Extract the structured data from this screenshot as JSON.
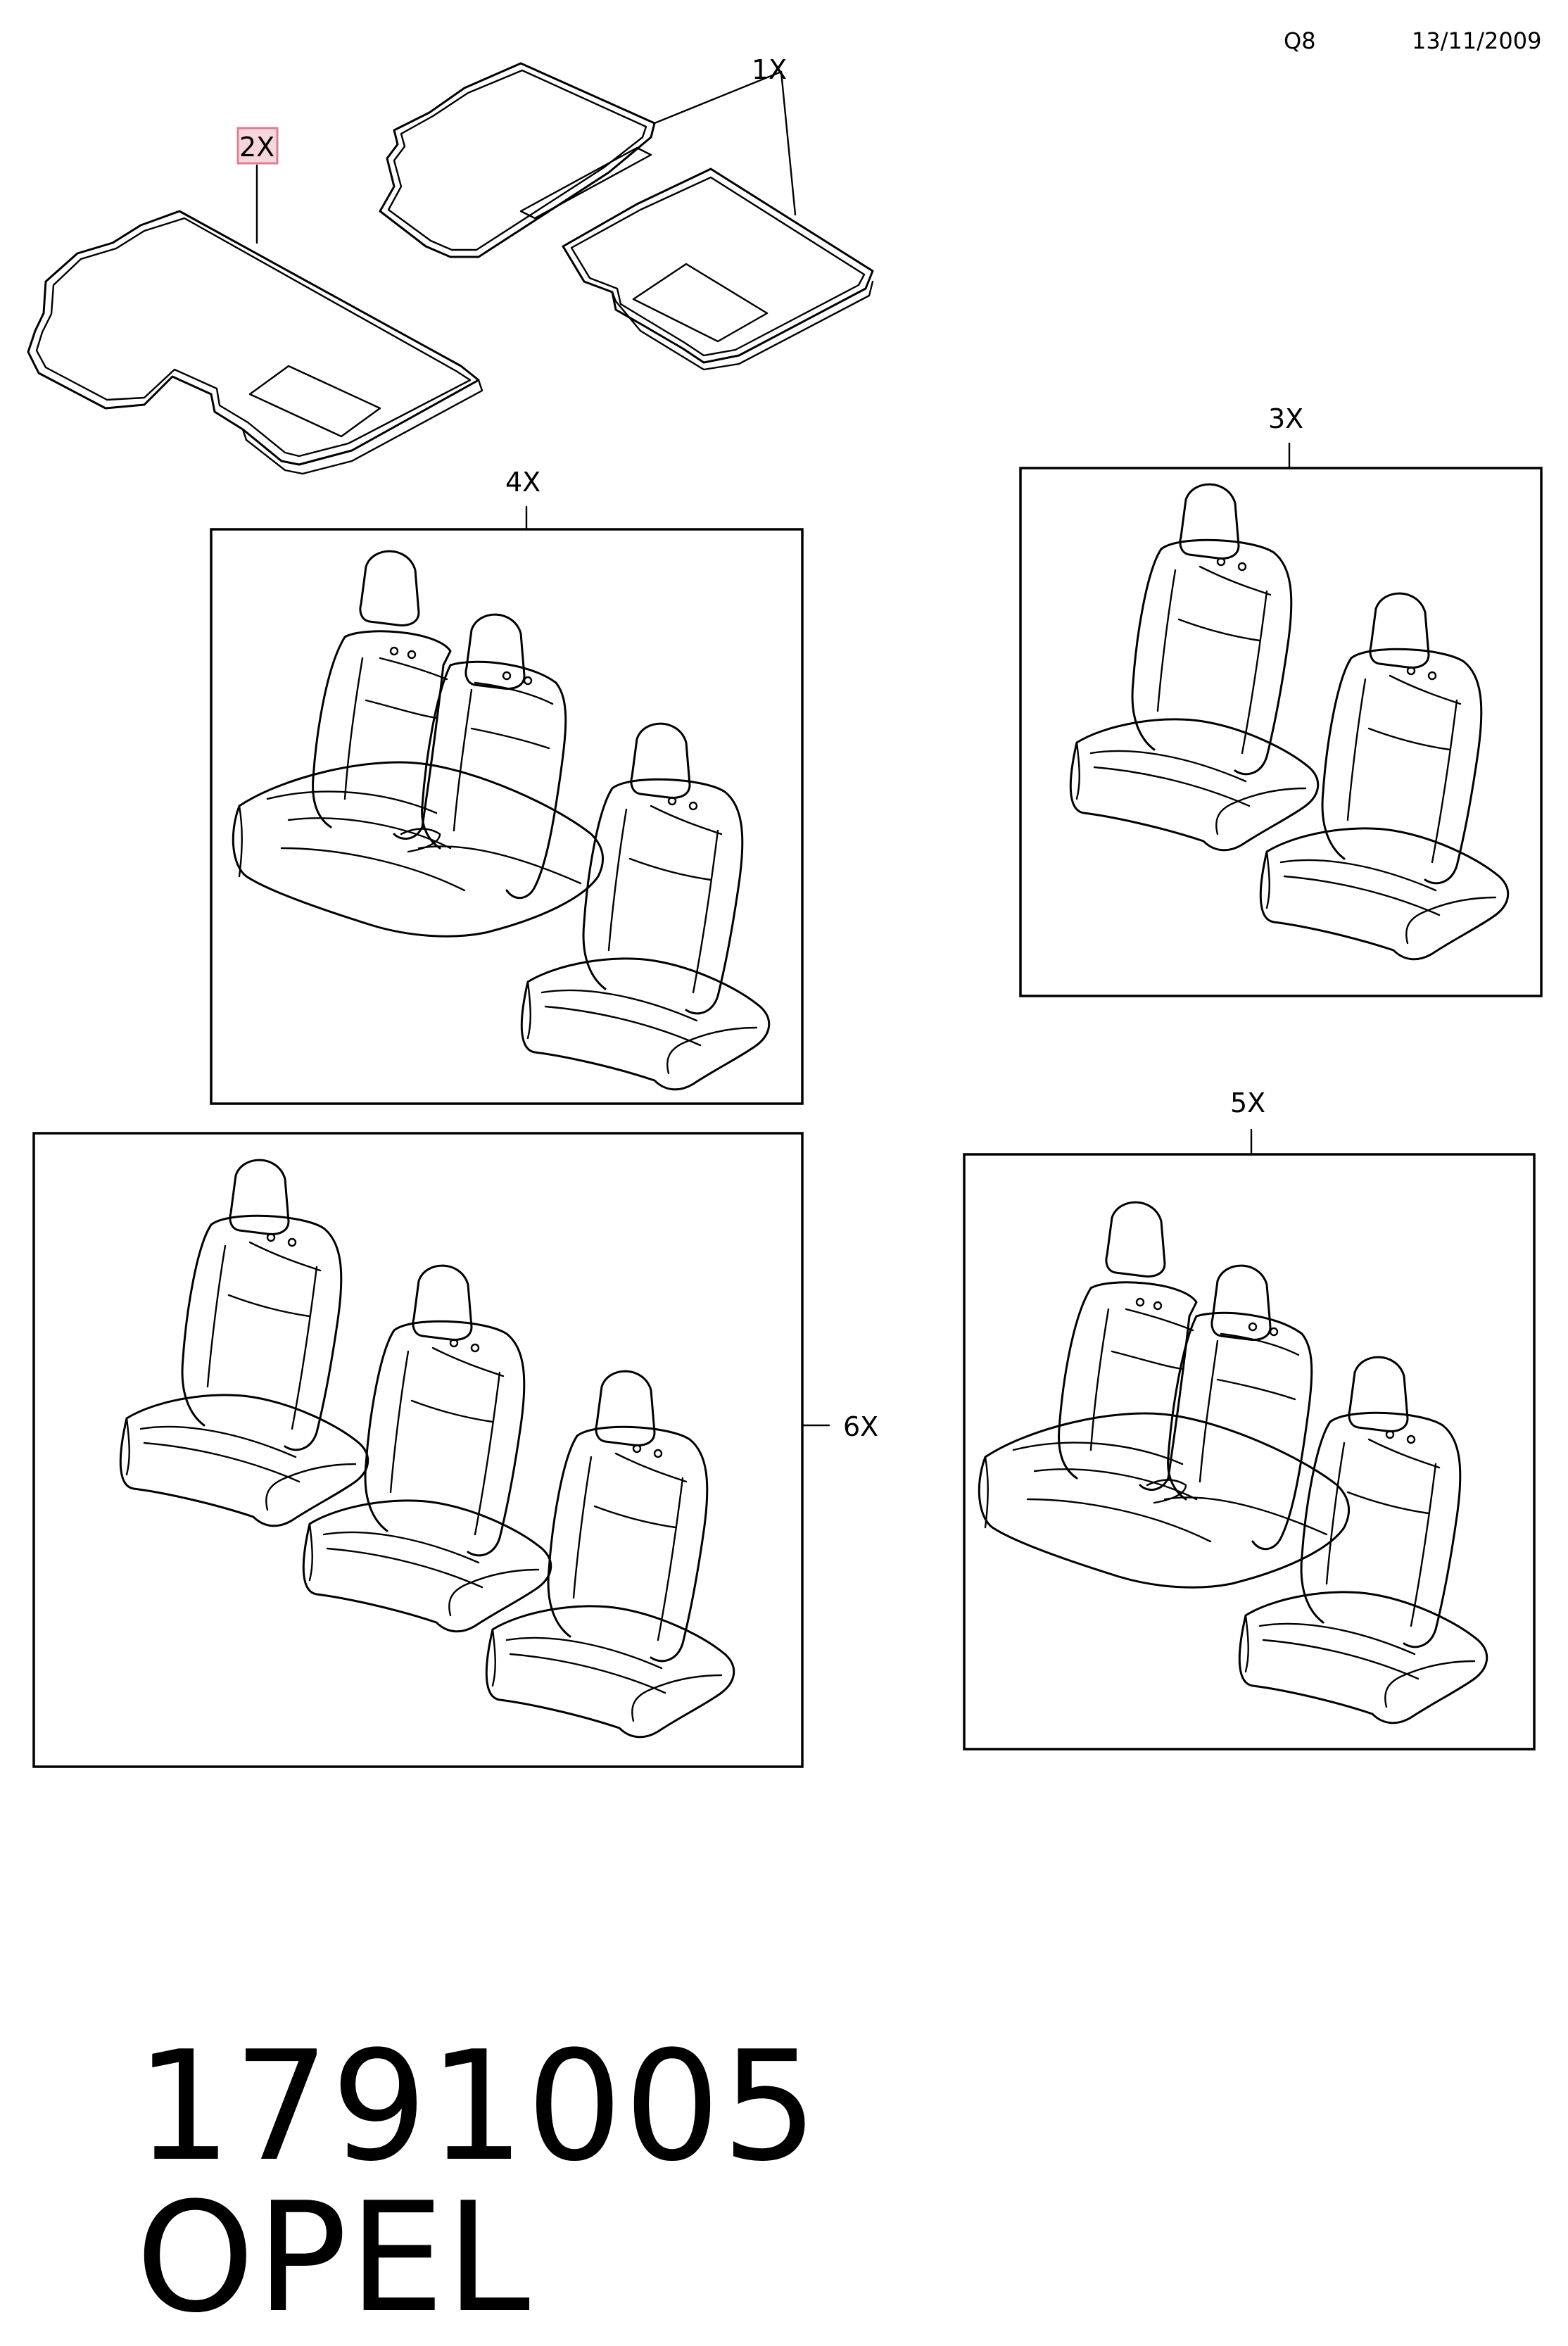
{
  "header": {
    "code": "Q8",
    "date": "13/11/2009"
  },
  "callouts": {
    "c1": "1X",
    "c2": "2X",
    "c3": "3X",
    "c4": "4X",
    "c5": "5X",
    "c6": "6X"
  },
  "footer": {
    "part_number": "1791005",
    "brand": "OPEL"
  },
  "colors": {
    "highlight_fill": "#f6d6dc",
    "highlight_stroke": "#d9828f",
    "line": "#000000"
  }
}
